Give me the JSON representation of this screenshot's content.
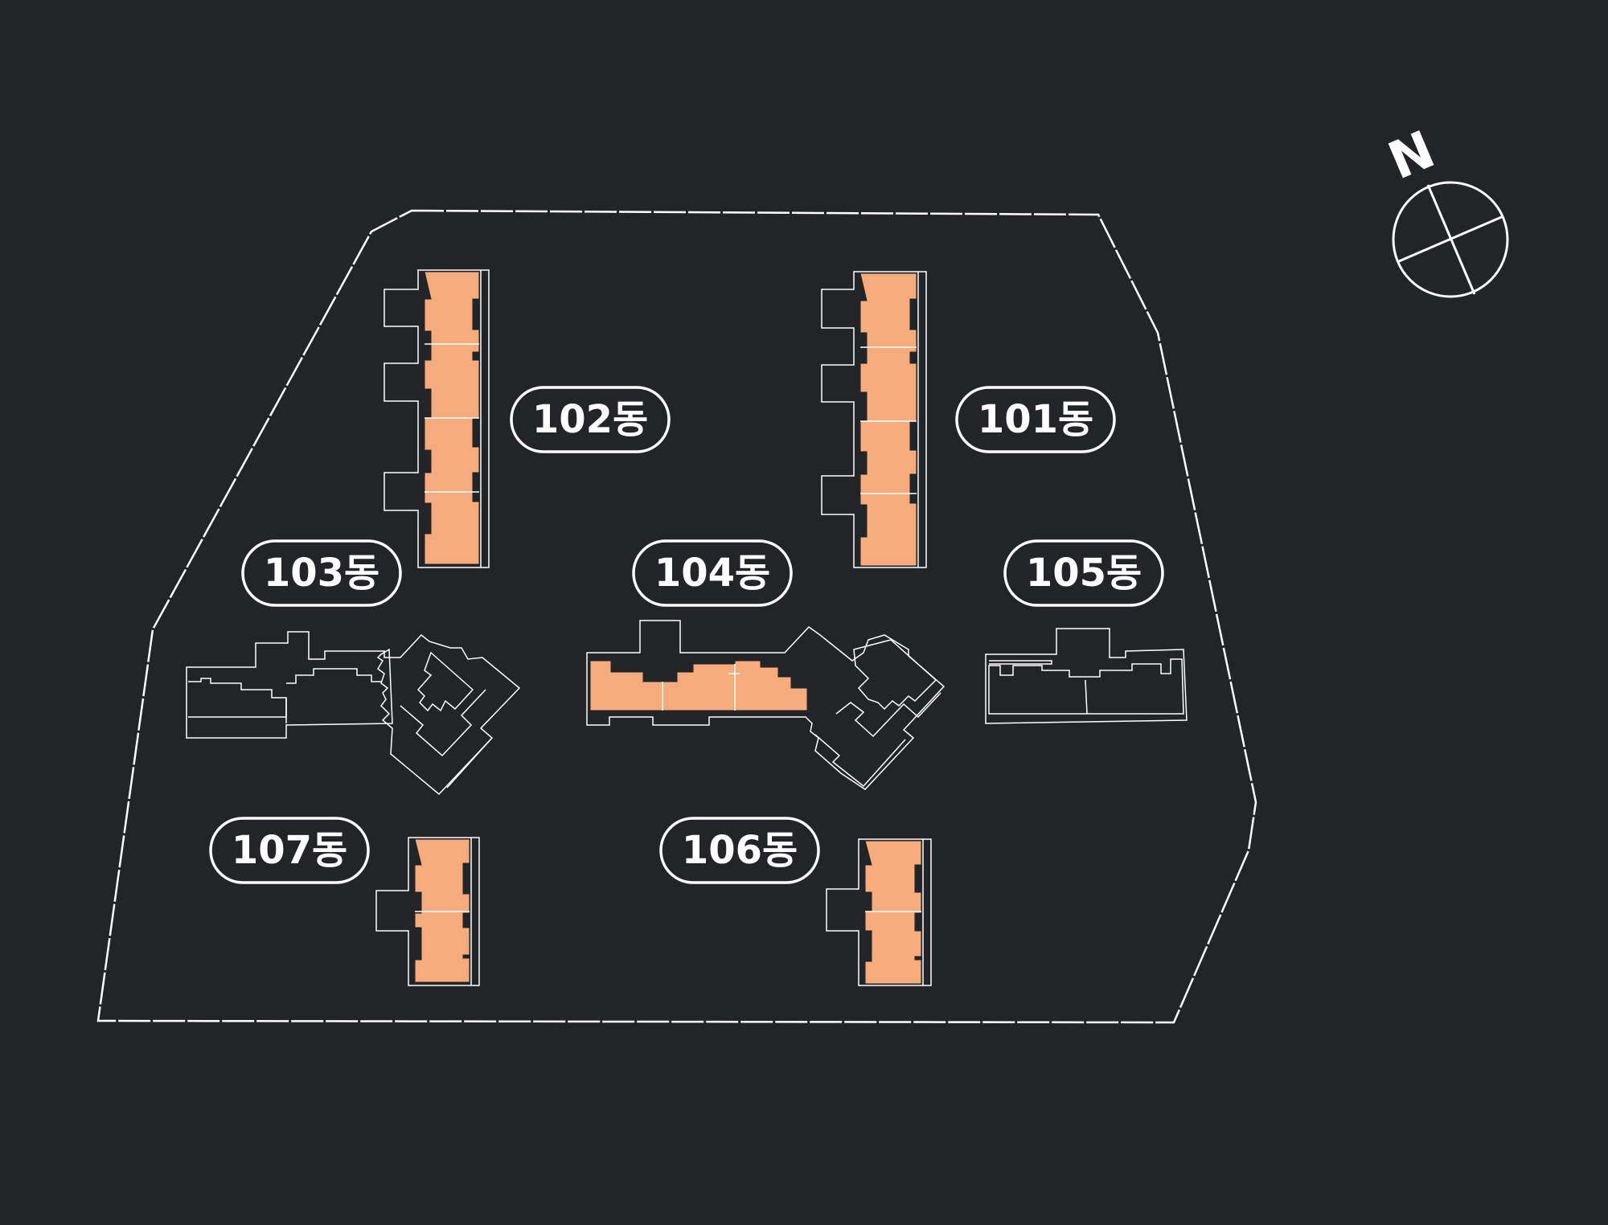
{
  "compass": {
    "label": "N",
    "icon": "north-compass-icon"
  },
  "colors": {
    "background": "#232427",
    "line": "#ffffff",
    "highlight": "#f6ab7c"
  },
  "buildings": [
    {
      "id": "101",
      "label": "101동",
      "highlighted": true
    },
    {
      "id": "102",
      "label": "102동",
      "highlighted": true
    },
    {
      "id": "103",
      "label": "103동",
      "highlighted": false
    },
    {
      "id": "104",
      "label": "104동",
      "highlighted": true
    },
    {
      "id": "105",
      "label": "105동",
      "highlighted": false
    },
    {
      "id": "106",
      "label": "106동",
      "highlighted": true
    },
    {
      "id": "107",
      "label": "107동",
      "highlighted": true
    }
  ]
}
